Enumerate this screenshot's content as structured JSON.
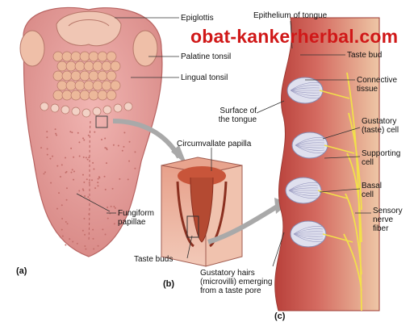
{
  "watermark": "obat-kankerherbal.com",
  "panels": {
    "a": "(a)",
    "b": "(b)",
    "c": "(c)"
  },
  "labels": {
    "epiglottis": "Epiglottis",
    "palatine_tonsil": "Palatine tonsil",
    "lingual_tonsil": "Lingual tonsil",
    "fungiform_papillae": "Fungiform\npapillae",
    "surface_of_tongue": "Surface of\nthe tongue",
    "circumvallate_papilla": "Circumvallate papilla",
    "taste_buds": "Taste buds",
    "epithelium_of_tongue": "Epithelium of tongue",
    "taste_bud": "Taste bud",
    "connective_tissue": "Connective\ntissue",
    "gustatory_cell": "Gustatory\n(taste) cell",
    "supporting_cell": "Supporting\ncell",
    "basal_cell": "Basal\ncell",
    "sensory_nerve_fiber": "Sensory\nnerve\nfiber",
    "gustatory_hairs": "Gustatory hairs\n(microvilli) emerging\nfrom a taste pore"
  },
  "colors": {
    "tongue": "#e8a2a0",
    "tongue_dark": "#c9706e",
    "tonsil": "#ecb89a",
    "epithelium": "#c8524a",
    "connective": "#efd3b8",
    "nerve": "#f2e04a",
    "bud_outline": "#8a8ab0",
    "arrow": "#a9a9a9"
  }
}
